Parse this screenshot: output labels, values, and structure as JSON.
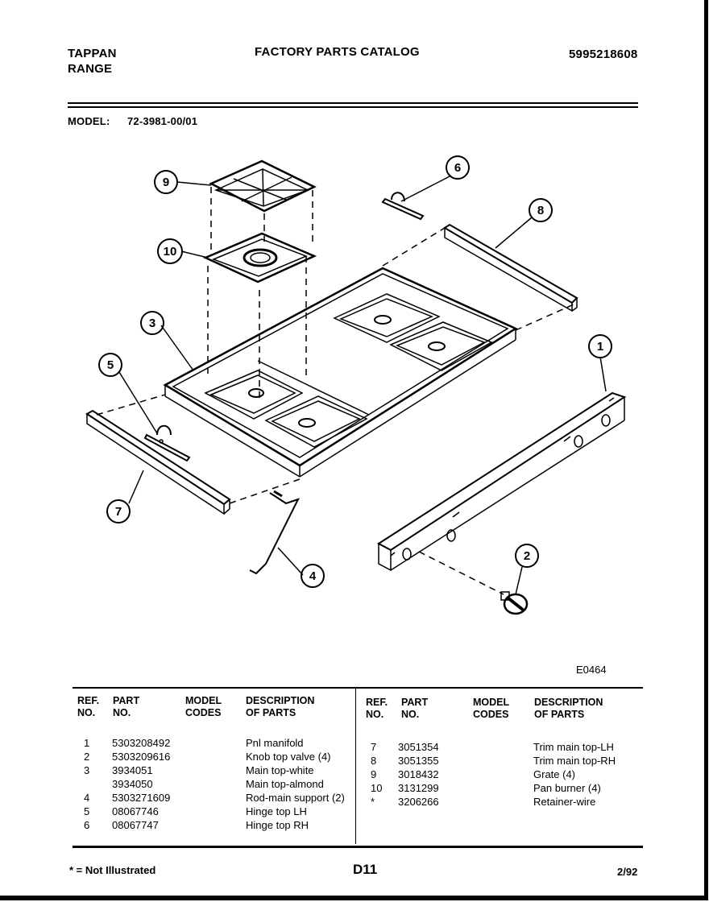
{
  "header": {
    "brand_line1": "TAPPAN",
    "brand_line2": "RANGE",
    "title": "FACTORY PARTS CATALOG",
    "catalog_number": "5995218608",
    "model_label": "MODEL:",
    "model_value": "72-3981-00/01"
  },
  "diagram": {
    "drawing_code": "E0464",
    "callouts": [
      "1",
      "2",
      "3",
      "4",
      "5",
      "6",
      "7",
      "8",
      "9",
      "10"
    ]
  },
  "table": {
    "headers": {
      "ref_1": "REF.",
      "ref_2": "NO.",
      "part_1": "PART",
      "part_2": "NO.",
      "model_1": "MODEL",
      "model_2": "CODES",
      "desc_1": "DESCRIPTION",
      "desc_2": "OF PARTS"
    },
    "left_rows": [
      {
        "ref": "1",
        "part": "5303208492",
        "desc": "Pnl manifold"
      },
      {
        "ref": "2",
        "part": "5303209616",
        "desc": "Knob top valve (4)"
      },
      {
        "ref": "3",
        "part": "3934051",
        "desc": "Main top-white"
      },
      {
        "ref": "",
        "part": "3934050",
        "desc": "Main top-almond"
      },
      {
        "ref": "4",
        "part": "5303271609",
        "desc": "Rod-main support (2)"
      },
      {
        "ref": "5",
        "part": "08067746",
        "desc": "Hinge top LH"
      },
      {
        "ref": "6",
        "part": "08067747",
        "desc": "Hinge top RH"
      }
    ],
    "right_rows": [
      {
        "ref": "7",
        "part": "3051354",
        "desc": "Trim main top-LH"
      },
      {
        "ref": "8",
        "part": "3051355",
        "desc": "Trim main top-RH"
      },
      {
        "ref": "9",
        "part": "3018432",
        "desc": "Grate (4)"
      },
      {
        "ref": "10",
        "part": "3131299",
        "desc": "Pan burner (4)"
      },
      {
        "ref": "*",
        "part": "3206266",
        "desc": "Retainer-wire"
      }
    ]
  },
  "footer": {
    "note": "* = Not Illustrated",
    "page": "D11",
    "date": "2/92"
  }
}
